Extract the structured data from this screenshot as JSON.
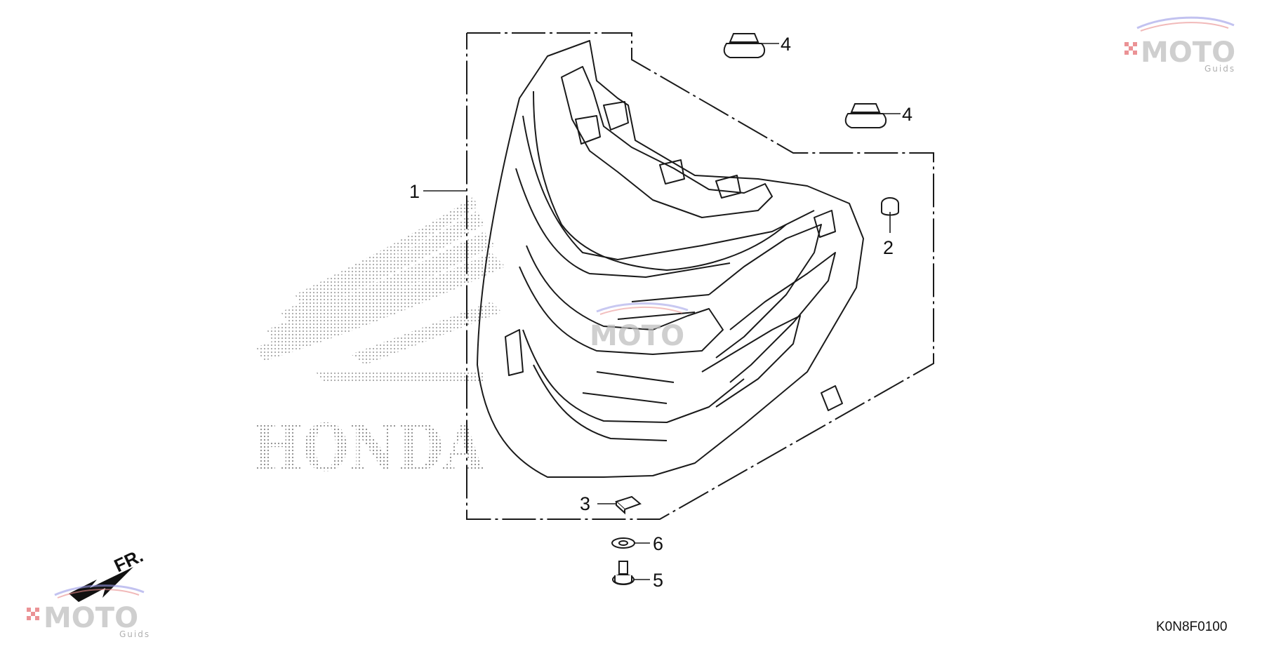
{
  "diagram": {
    "part_code": "K0N8F0100",
    "direction_label": "FR.",
    "callouts": [
      {
        "id": "1",
        "label": "1"
      },
      {
        "id": "2",
        "label": "2"
      },
      {
        "id": "3",
        "label": "3"
      },
      {
        "id": "4a",
        "label": "4"
      },
      {
        "id": "4b",
        "label": "4"
      },
      {
        "id": "5",
        "label": "5"
      },
      {
        "id": "6",
        "label": "6"
      }
    ]
  },
  "watermarks": {
    "brand_main": "MOTO",
    "brand_sub": "Guids",
    "background_text": "HONDA"
  },
  "colors": {
    "line": "#1a1a1a",
    "accent_red": "#d9272e",
    "accent_blue": "#4a4ad0",
    "watermark_gray": "#c0c0c0"
  }
}
